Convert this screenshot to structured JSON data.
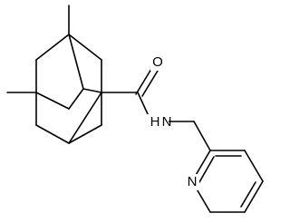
{
  "labels": {
    "oxygen": "O",
    "amide_nh": "N",
    "amide_h": "H",
    "pyridine_n": "N"
  },
  "colors": {
    "bond": "#000000",
    "label": "#000000",
    "background": "#ffffff"
  }
}
